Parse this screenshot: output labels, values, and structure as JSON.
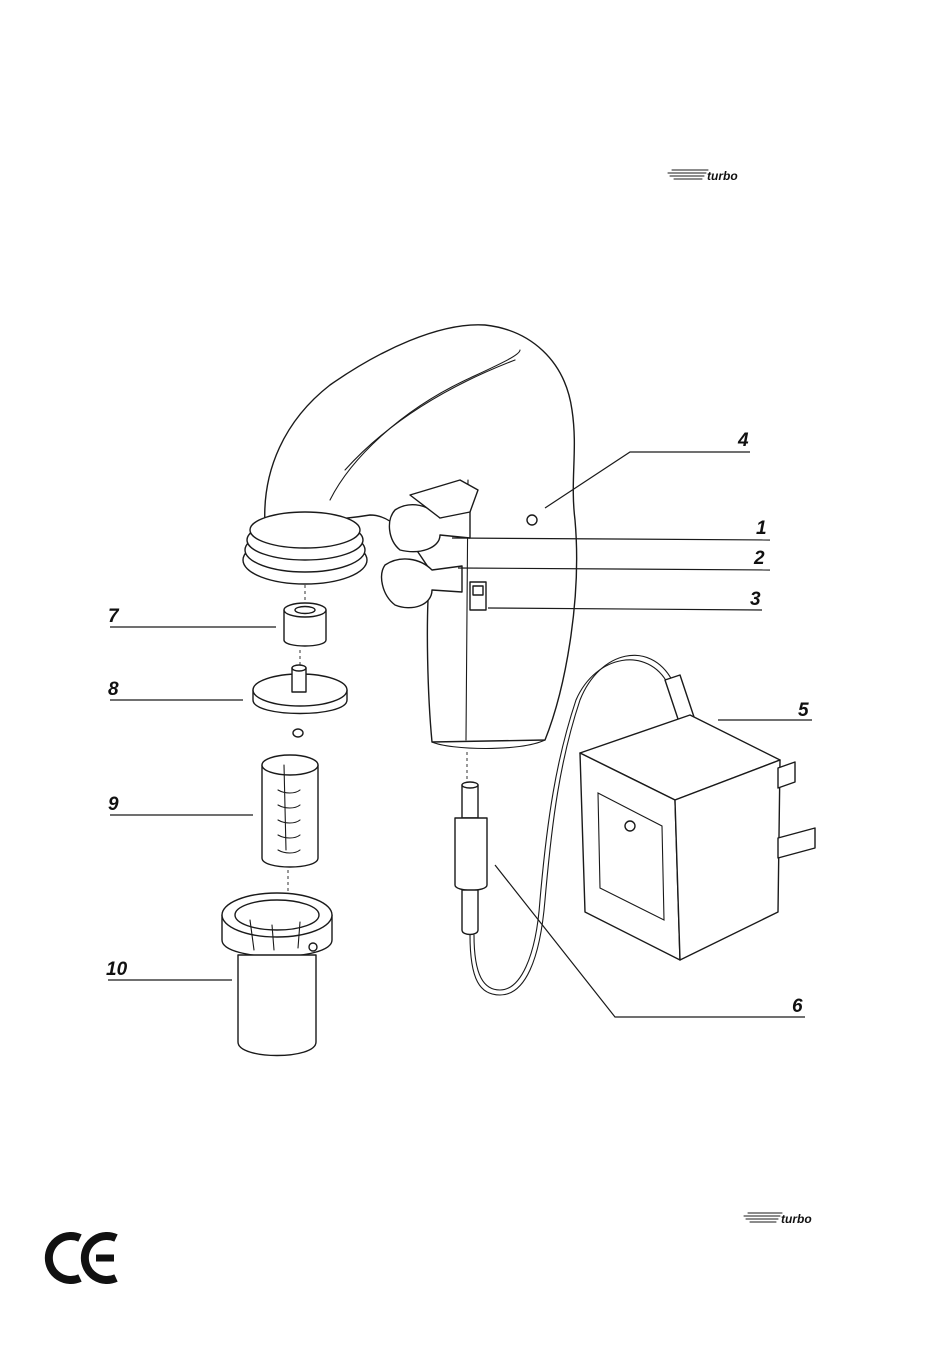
{
  "header": {
    "brand_text": "turbo"
  },
  "footer": {
    "brand_text": "turbo",
    "ce_mark": "CE"
  },
  "callouts": [
    {
      "id": "4",
      "label": "4"
    },
    {
      "id": "1",
      "label": "1"
    },
    {
      "id": "2",
      "label": "2"
    },
    {
      "id": "3",
      "label": "3"
    },
    {
      "id": "7",
      "label": "7"
    },
    {
      "id": "8",
      "label": "8"
    },
    {
      "id": "5",
      "label": "5"
    },
    {
      "id": "9",
      "label": "9"
    },
    {
      "id": "10",
      "label": "10"
    },
    {
      "id": "6",
      "label": "6"
    }
  ],
  "icons": {
    "brand_logo": "turbo-speed-lines-icon",
    "ce_mark": "ce-mark-icon"
  }
}
